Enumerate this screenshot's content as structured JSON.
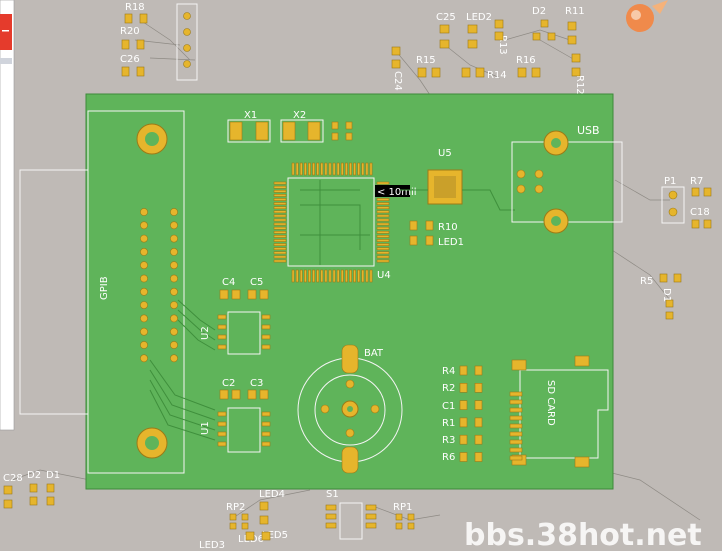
{
  "board": {
    "color": "#5fb45a",
    "background": "#bfbab6",
    "silk": "#f4f4f4",
    "pad": "#e6b52c"
  },
  "tooltip": {
    "text": "< 10mil"
  },
  "watermark": {
    "text": "bbs.38hot.net"
  },
  "labels": {
    "x1": "X1",
    "x2": "X2",
    "u5": "U5",
    "usb": "USB",
    "u4": "U4",
    "r10": "R10",
    "led1": "LED1",
    "gpib": "GPIB",
    "c4": "C4",
    "c5": "C5",
    "u2": "U2",
    "c2": "C2",
    "c3": "C3",
    "u1": "U1",
    "bat": "BAT",
    "r4": "R4",
    "r2": "R2",
    "c1": "C1",
    "r1": "R1",
    "r3": "R3",
    "r6": "R6",
    "sdcard": "SD CARD",
    "p1": "P1",
    "r7": "R7",
    "c18": "C18",
    "r5": "R5",
    "d1r": "D1",
    "r18": "R18",
    "r20": "R20",
    "c26": "C26",
    "c25": "C25",
    "led2": "LED2",
    "d2t": "D2",
    "r11": "R11",
    "r15": "R15",
    "r14": "R14",
    "r16": "R16",
    "r13": "R13",
    "c24": "C24",
    "r12": "R12",
    "c28": "C28",
    "d2b": "D2",
    "d1b": "D1",
    "rp2": "RP2",
    "led4": "LED4",
    "s1": "S1",
    "rp1": "RP1",
    "led5": "LED5",
    "led3": "LED3",
    "led6": "LED6"
  }
}
